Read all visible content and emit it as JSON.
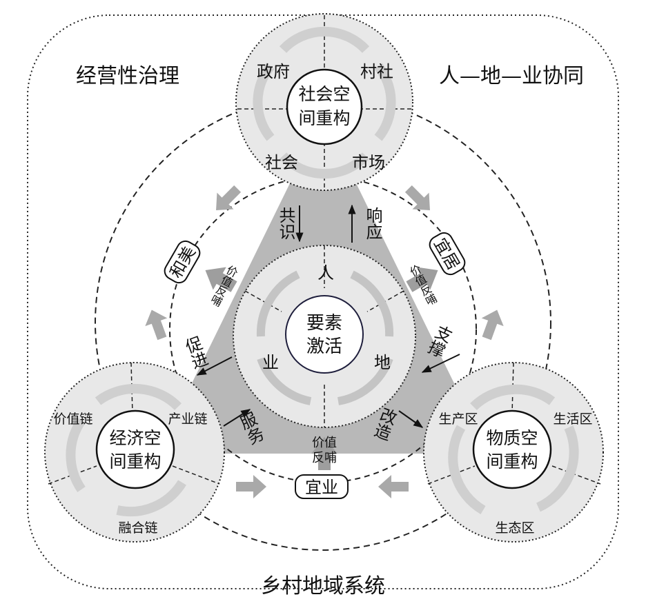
{
  "outer_system": "乡村地域系统",
  "corner_left": "经营性治理",
  "corner_right": "人—地—业协同",
  "center": {
    "line1": "要素",
    "line2": "激活",
    "elements": [
      "人",
      "地",
      "业"
    ]
  },
  "social": {
    "line1": "社会空",
    "line2": "间重构",
    "parts": [
      "政府",
      "村社",
      "社会",
      "市场"
    ]
  },
  "economic": {
    "line1": "经济空",
    "line2": "间重构",
    "parts": [
      "价值链",
      "产业链",
      "融合链"
    ]
  },
  "physical": {
    "line1": "物质空",
    "line2": "间重构",
    "parts": [
      "生产区",
      "生活区",
      "生态区"
    ]
  },
  "badges": [
    "和美",
    "宜居",
    "宜业"
  ],
  "feedback": "价值反哺",
  "relations": {
    "consensus": "共识",
    "response": "响应",
    "promote": "促进",
    "serve": "服务",
    "support": "支撑",
    "transform": "改造"
  }
}
